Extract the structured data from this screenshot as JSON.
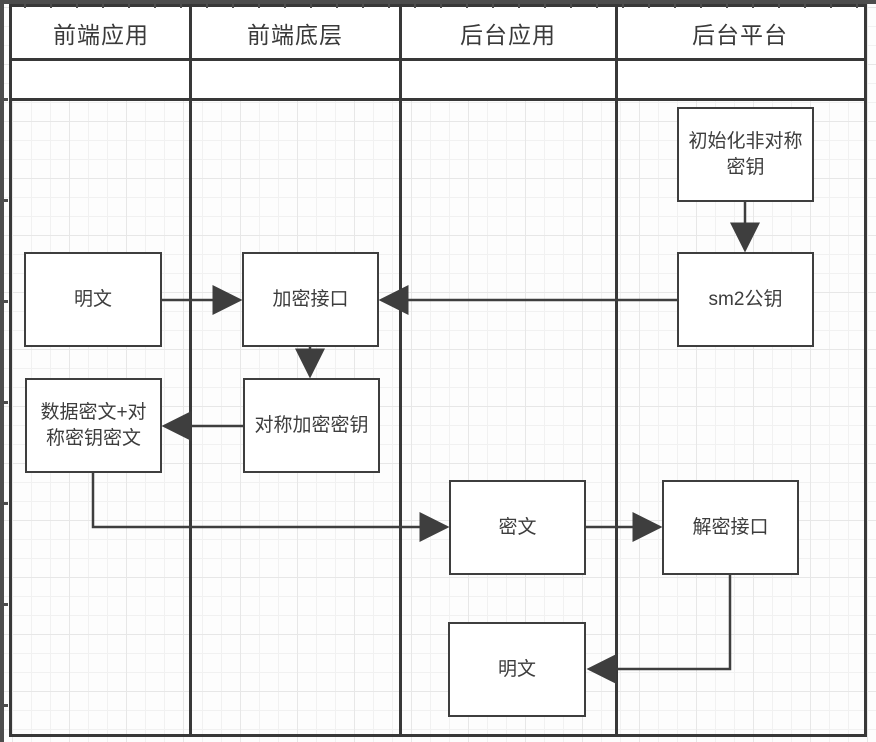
{
  "colors": {
    "pool_border": "#383838",
    "node_border": "#3e3e3e",
    "node_fill": "#ffffff",
    "text": "#3a3a3a",
    "grid_line": "#f1f1f1",
    "ruler": "#4d4d4d"
  },
  "lanes": [
    {
      "label": "前端应用"
    },
    {
      "label": "前端底层"
    },
    {
      "label": "后台应用"
    },
    {
      "label": "后台平台"
    }
  ],
  "nodes": {
    "init_asym_key": {
      "label": "初始化非对称密钥",
      "lane": "后台平台"
    },
    "sm2_public_key": {
      "label": "sm2公钥",
      "lane": "后台平台"
    },
    "plaintext_source": {
      "label": "明文",
      "lane": "前端应用"
    },
    "encrypt_api": {
      "label": "加密接口",
      "lane": "前端底层"
    },
    "sym_encrypt_key": {
      "label": "对称加密密钥",
      "lane": "前端底层"
    },
    "data_cipher": {
      "label": "数据密文+对称密钥密文",
      "lane": "前端应用"
    },
    "ciphertext": {
      "label": "密文",
      "lane": "后台应用"
    },
    "decrypt_api": {
      "label": "解密接口",
      "lane": "后台平台"
    },
    "plaintext_result": {
      "label": "明文",
      "lane": "后台应用"
    }
  },
  "edges": [
    {
      "from": "init_asym_key",
      "to": "sm2_public_key"
    },
    {
      "from": "plaintext_source",
      "to": "encrypt_api"
    },
    {
      "from": "sm2_public_key",
      "to": "encrypt_api"
    },
    {
      "from": "encrypt_api",
      "to": "sym_encrypt_key"
    },
    {
      "from": "sym_encrypt_key",
      "to": "data_cipher"
    },
    {
      "from": "data_cipher",
      "to": "ciphertext"
    },
    {
      "from": "ciphertext",
      "to": "decrypt_api"
    },
    {
      "from": "decrypt_api",
      "to": "plaintext_result"
    }
  ]
}
